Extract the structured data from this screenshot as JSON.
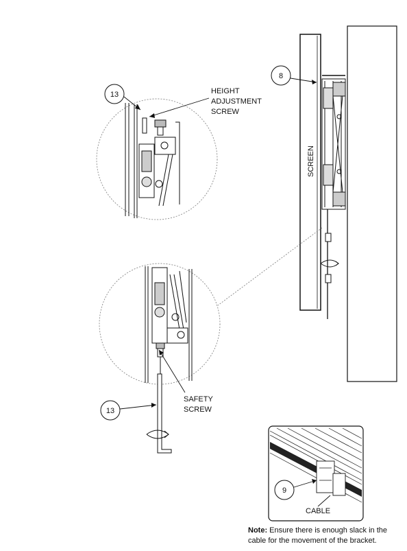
{
  "labels": {
    "height_adjustment_1": "HEIGHT",
    "height_adjustment_2": "ADJUSTMENT",
    "height_adjustment_3": "SCREW",
    "safety_1": "SAFETY",
    "safety_2": "SCREW",
    "screen": "SCREEN",
    "cable": "CABLE"
  },
  "callouts": {
    "top_detail": "13",
    "bottom_detail": "13",
    "side_view": "8",
    "cable_detail": "9"
  },
  "note": {
    "prefix": "Note:",
    "text": " Ensure there is enough slack in the cable for the movement of the bracket."
  }
}
